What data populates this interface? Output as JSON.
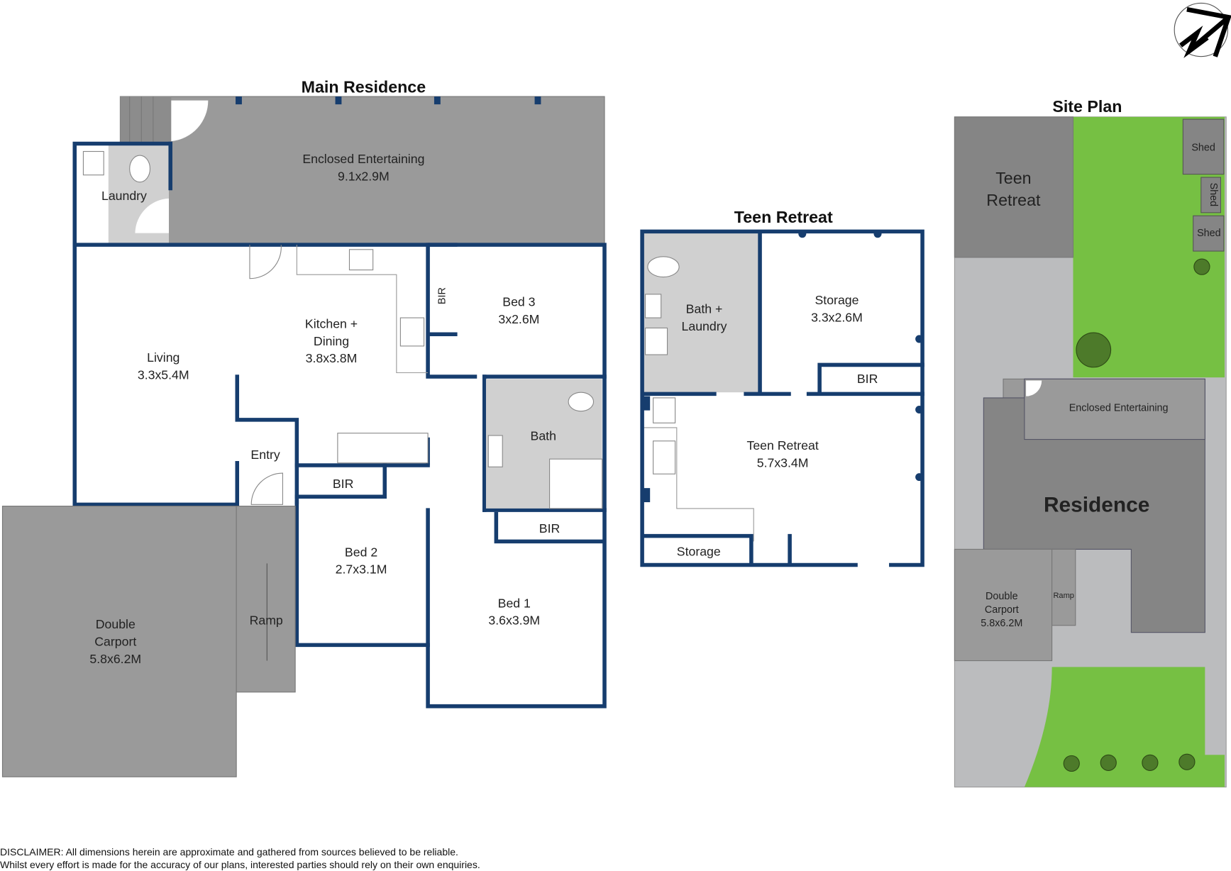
{
  "colors": {
    "wall": "#163d6e",
    "outdoor_gray": "#9a9a9a",
    "site_ground": "#bbbcbe",
    "site_building": "#858585",
    "lawn": "#76c043"
  },
  "compass": {
    "icon": "north-arrow-icon"
  },
  "main": {
    "title": "Main Residence",
    "rooms": {
      "entertaining": {
        "name": "Enclosed Entertaining",
        "size": "9.1x2.9M"
      },
      "laundry": {
        "name": "Laundry"
      },
      "living": {
        "name": "Living",
        "size": "3.3x5.4M"
      },
      "kitchen": {
        "name1": "Kitchen +",
        "name2": "Dining",
        "size": "3.8x3.8M"
      },
      "bir_vertical": "BIR",
      "bed3": {
        "name": "Bed 3",
        "size": "3x2.6M"
      },
      "bath": {
        "name": "Bath"
      },
      "entry": {
        "name": "Entry"
      },
      "bir2": "BIR",
      "bir1": "BIR",
      "bed2": {
        "name": "Bed 2",
        "size": "2.7x3.1M"
      },
      "bed1": {
        "name": "Bed 1",
        "size": "3.6x3.9M"
      },
      "carport": {
        "name1": "Double",
        "name2": "Carport",
        "size": "5.8x6.2M"
      },
      "ramp": {
        "name": "Ramp"
      }
    }
  },
  "teen": {
    "title": "Teen Retreat",
    "rooms": {
      "bath": {
        "name1": "Bath +",
        "name2": "Laundry"
      },
      "storage_top": {
        "name": "Storage",
        "size": "3.3x2.6M"
      },
      "bir": "BIR",
      "retreat": {
        "name": "Teen Retreat",
        "size": "5.7x3.4M"
      },
      "storage_bottom": {
        "name": "Storage"
      }
    }
  },
  "site": {
    "title": "Site Plan",
    "teen": {
      "name1": "Teen",
      "name2": "Retreat"
    },
    "sheds": [
      "Shed",
      "Shed",
      "Shed"
    ],
    "entertaining": "Enclosed Entertaining",
    "residence": "Residence",
    "carport": {
      "name1": "Double",
      "name2": "Carport",
      "size": "5.8x6.2M"
    },
    "ramp": "Ramp"
  },
  "disclaimer": {
    "line1": "DISCLAIMER:  All dimensions herein are approximate and gathered from sources believed to be reliable.",
    "line2": "Whilst every effort is made for the accuracy of our plans, interested parties should rely on their own enquiries."
  }
}
